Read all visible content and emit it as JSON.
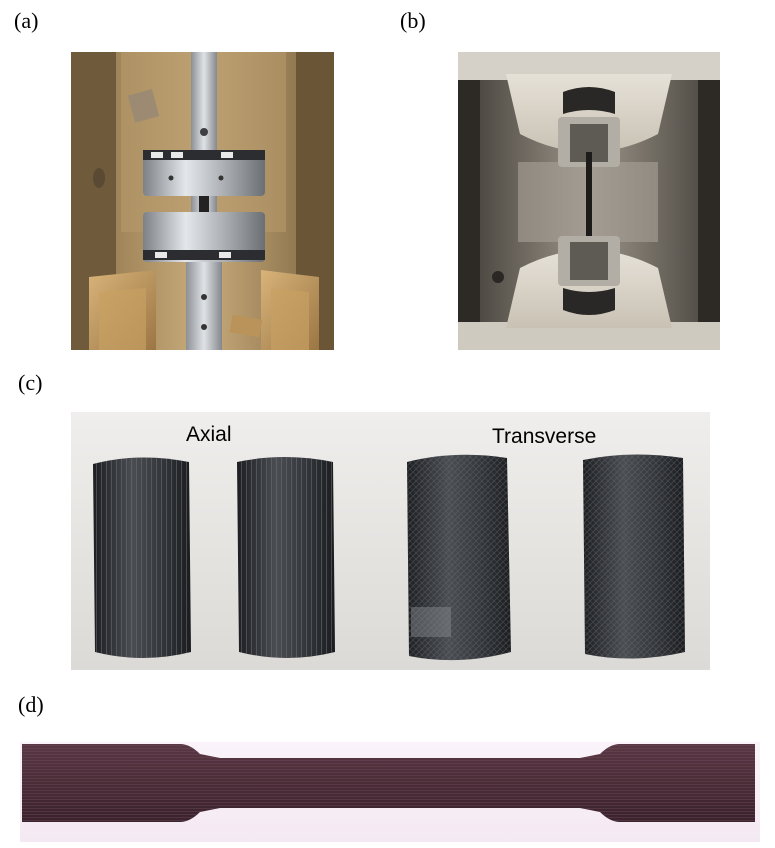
{
  "panels": {
    "a": {
      "label": "(a)"
    },
    "b": {
      "label": "(b)"
    },
    "c": {
      "label": "(c)",
      "left_group_label": "Axial",
      "right_group_label": "Transverse"
    },
    "d": {
      "label": "(d)"
    }
  },
  "colors": {
    "chamber_gold": "#b0905a",
    "steel": "#b9bdc2",
    "specimen_black": "#2a2c2f",
    "dogbone_plum": "#4a2c37",
    "backdrop": "#ecebe8"
  }
}
